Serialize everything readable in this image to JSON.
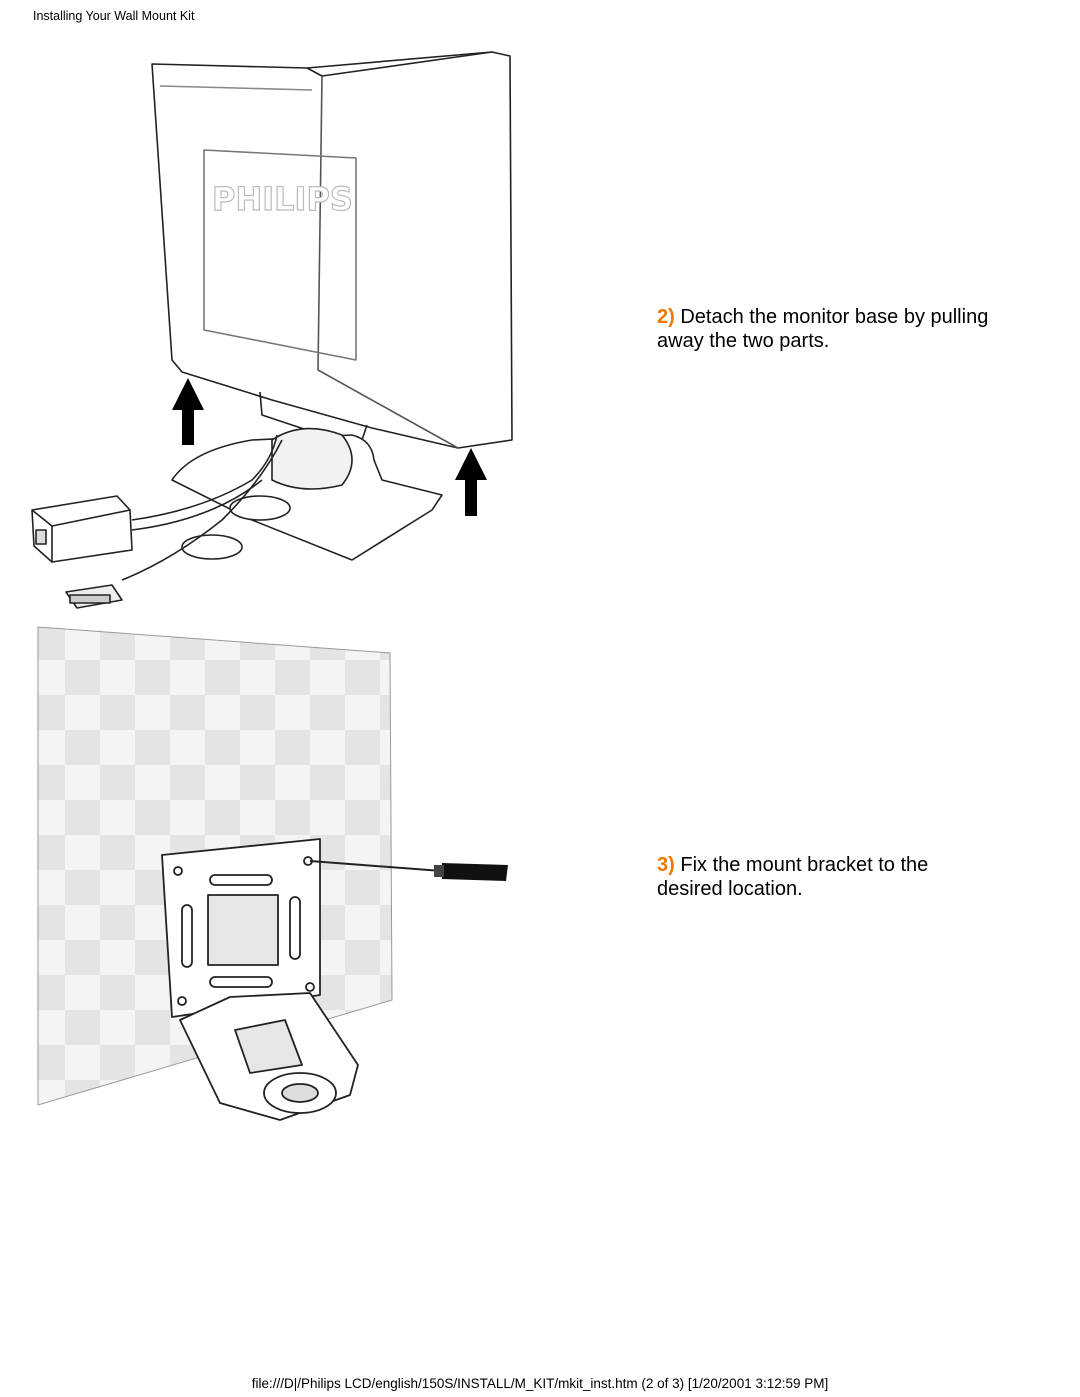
{
  "header": {
    "title": "Installing Your Wall Mount Kit"
  },
  "figure_monitor": {
    "logo_text": "PHILIPS"
  },
  "steps": [
    {
      "number": "2)",
      "text": "Detach the monitor base by pulling away the two parts."
    },
    {
      "number": "3)",
      "text": "Fix the mount bracket to the desired location."
    }
  ],
  "footer": {
    "path": "file:///D|/Philips LCD/english/150S/INSTALL/M_KIT/mkit_inst.htm (2 of 3) [1/20/2001 3:12:59 PM]"
  },
  "colors": {
    "step_number": "#f07800",
    "text": "#000000",
    "background": "#ffffff"
  }
}
